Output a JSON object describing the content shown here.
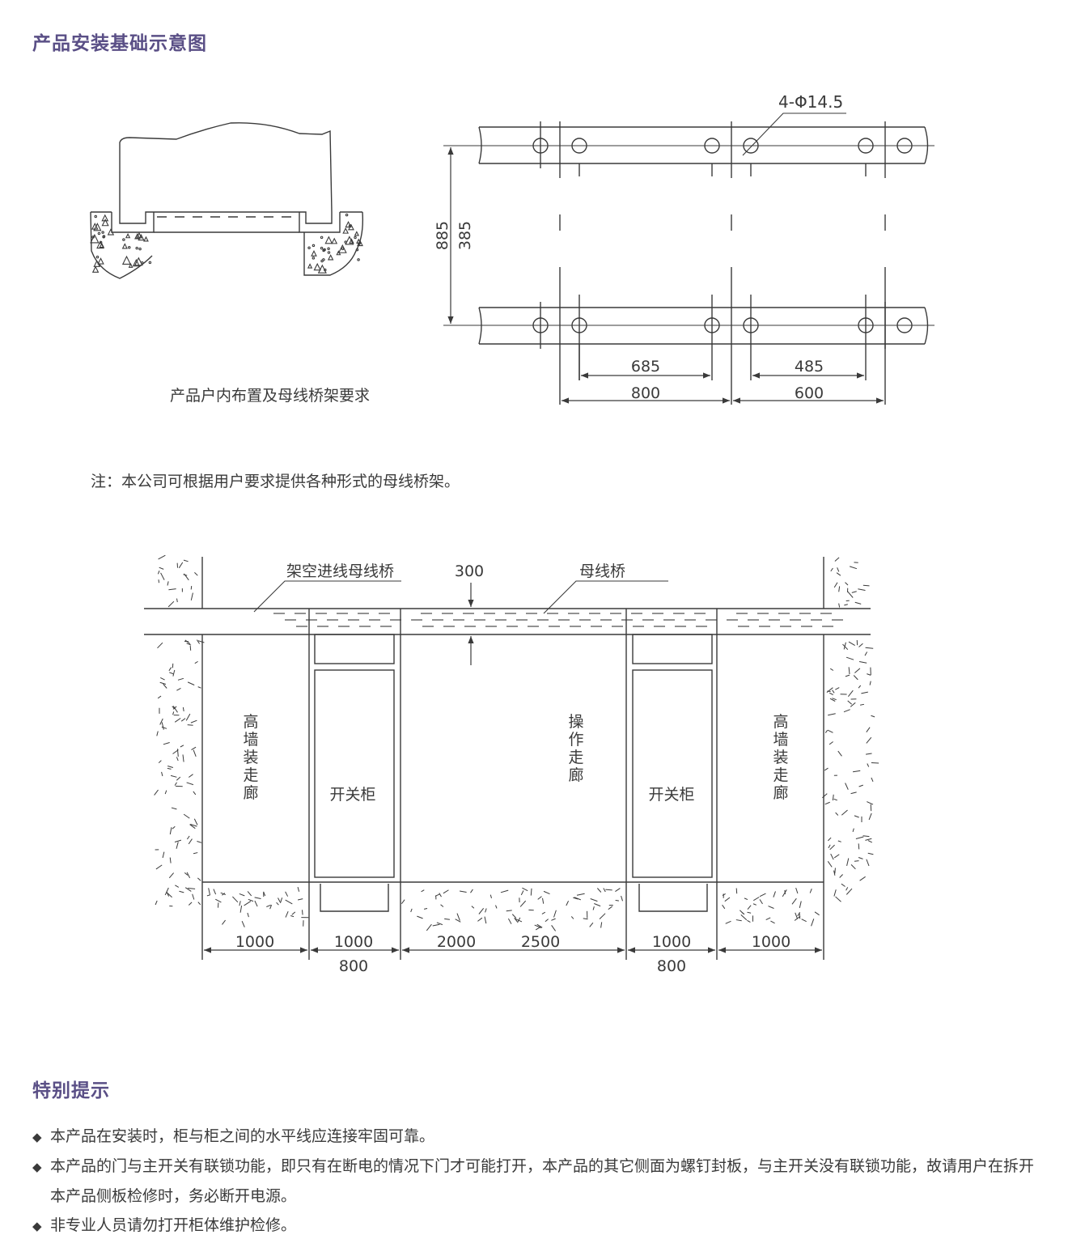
{
  "sections": {
    "install_title": "产品安装基础示意图",
    "tips_title": "特别提示"
  },
  "plan": {
    "hole_label": "4-Φ14.5",
    "dim_885": "885",
    "dim_385": "385",
    "dim_685": "685",
    "dim_485": "485",
    "dim_800": "800",
    "dim_600": "600"
  },
  "caption": "产品户内布置及母线桥架要求",
  "note": "注：本公司可根据用户要求提供各种形式的母线桥架。",
  "layout_drawing": {
    "overhead_bridge_label": "架空进线母线桥",
    "dim_300": "300",
    "bus_bridge_label": "母线桥",
    "corridor_left": "高墙装走廊",
    "corridor_mid": "操作走廊",
    "corridor_right": "高墙装走廊",
    "cabinet_left": "开关柜",
    "cabinet_right": "开关柜",
    "bottom_dims": {
      "d1": "1000",
      "d2": "1000",
      "d2b": "800",
      "d3a": "2000",
      "d3b": "2500",
      "d4": "1000",
      "d4b": "800",
      "d5": "1000"
    }
  },
  "tips": [
    "本产品在安装时，柜与柜之间的水平线应连接牢固可靠。",
    "本产品的门与主开关有联锁功能，即只有在断电的情况下门才可能打开，本产品的其它侧面为螺钉封板，与主开关没有联锁功能，故请用户在拆开本产品侧板检修时，务必断开电源。",
    "非专业人员请勿打开柜体维护检修。"
  ],
  "bullet_glyph": "◆",
  "colors": {
    "heading": "#5a4f86",
    "line": "#3a3a3a"
  }
}
